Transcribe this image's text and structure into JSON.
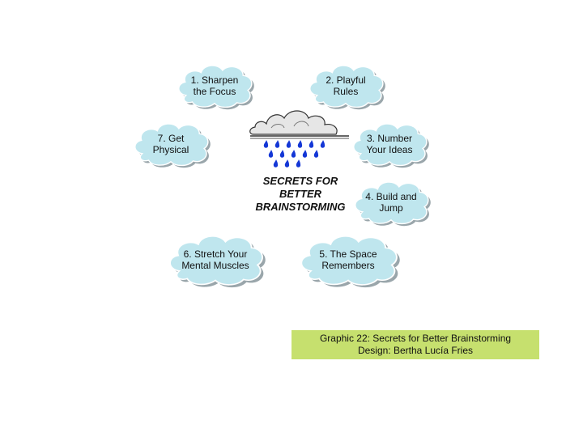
{
  "clouds": [
    {
      "id": "cloud-1",
      "label": "1. Sharpen\nthe Focus"
    },
    {
      "id": "cloud-2",
      "label": "2. Playful\nRules"
    },
    {
      "id": "cloud-3",
      "label": "3. Number\nYour Ideas"
    },
    {
      "id": "cloud-4",
      "label": "4. Build and\nJump"
    },
    {
      "id": "cloud-5",
      "label": "5. The Space\nRemembers"
    },
    {
      "id": "cloud-6",
      "label": "6. Stretch Your\nMental Muscles"
    },
    {
      "id": "cloud-7",
      "label": "7. Get\nPhysical"
    }
  ],
  "center": {
    "title": "SECRETS FOR\nBETTER\nBRAINSTORMING",
    "icon": "rain-cloud-icon"
  },
  "caption": {
    "line1": "Graphic 22: Secrets for Better Brainstorming",
    "line2": "Design: Bertha Lucía Fries"
  },
  "colors": {
    "cloud_fill": "#bfe6ee",
    "cloud_shadow": "#9aa6ab",
    "raindrop": "#1437d6",
    "caption_bg": "#c6e06e"
  }
}
